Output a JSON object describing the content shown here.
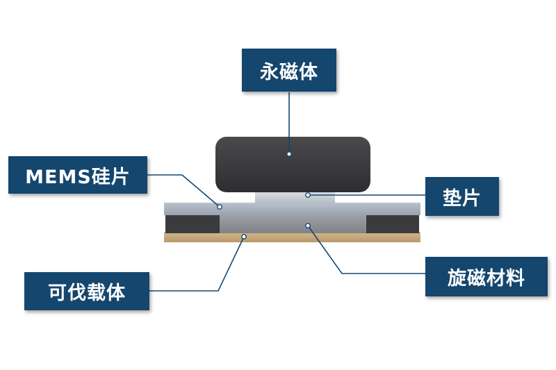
{
  "labels": {
    "magnet": "永磁体",
    "mems_chip": "MEMS硅片",
    "pad": "垫片",
    "carrier": "可伐载体",
    "magnetic_material": "旋磁材料"
  },
  "colors": {
    "label_bg": "#14466e",
    "label_text": "#ffffff",
    "magnet": "#3d3d3f",
    "pad": "#c9d0d5",
    "mems_chip": "#a9b1bd",
    "magnetic_material": "#8e9196",
    "side_blocks": "#3b3b3d",
    "carrier": "#c8aa7d",
    "leader_line": "#14466e"
  }
}
